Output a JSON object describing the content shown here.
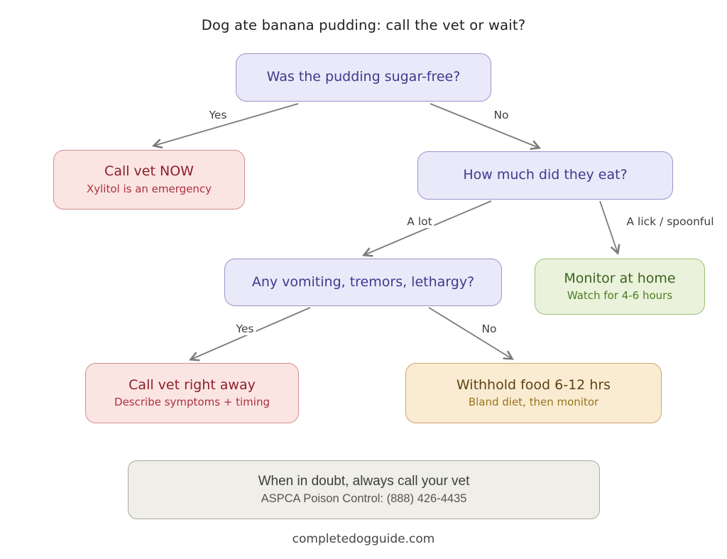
{
  "title": "Dog ate banana pudding: call the vet or wait?",
  "nodes": {
    "q1": {
      "label": "Was the pudding sugar-free?"
    },
    "emergency": {
      "title": "Call vet NOW",
      "subtitle": "Xylitol is an emergency"
    },
    "q2": {
      "label": "How much did they eat?"
    },
    "q3": {
      "label": "Any vomiting, tremors, lethargy?"
    },
    "monitor": {
      "title": "Monitor at home",
      "subtitle": "Watch for 4-6 hours"
    },
    "call_vet": {
      "title": "Call vet right away",
      "subtitle": "Describe symptoms + timing"
    },
    "withhold": {
      "title": "Withhold food 6-12 hrs",
      "subtitle": "Bland diet, then monitor"
    },
    "advice": {
      "title": "When in doubt, always call your vet",
      "subtitle": "ASPCA Poison Control: (888) 426-4435"
    }
  },
  "edges": {
    "q1_yes": "Yes",
    "q1_no": "No",
    "q2_alot": "A lot",
    "q2_lick": "A lick / spoonful",
    "q3_yes": "Yes",
    "q3_no": "No"
  },
  "colors": {
    "question_fill": "#e9e9f9",
    "question_border": "#9b94c9",
    "question_text": "#3e3a8c",
    "danger_fill": "#fbe5e2",
    "danger_text": "#8c1f2b",
    "ok_fill": "#eaf2db",
    "ok_text": "#3c641e",
    "warn_fill": "#faecd2",
    "warn_text": "#5e4313",
    "note_fill": "#efefe8",
    "arrow": "#7b7b7b"
  },
  "footer": "completedogguide.com"
}
